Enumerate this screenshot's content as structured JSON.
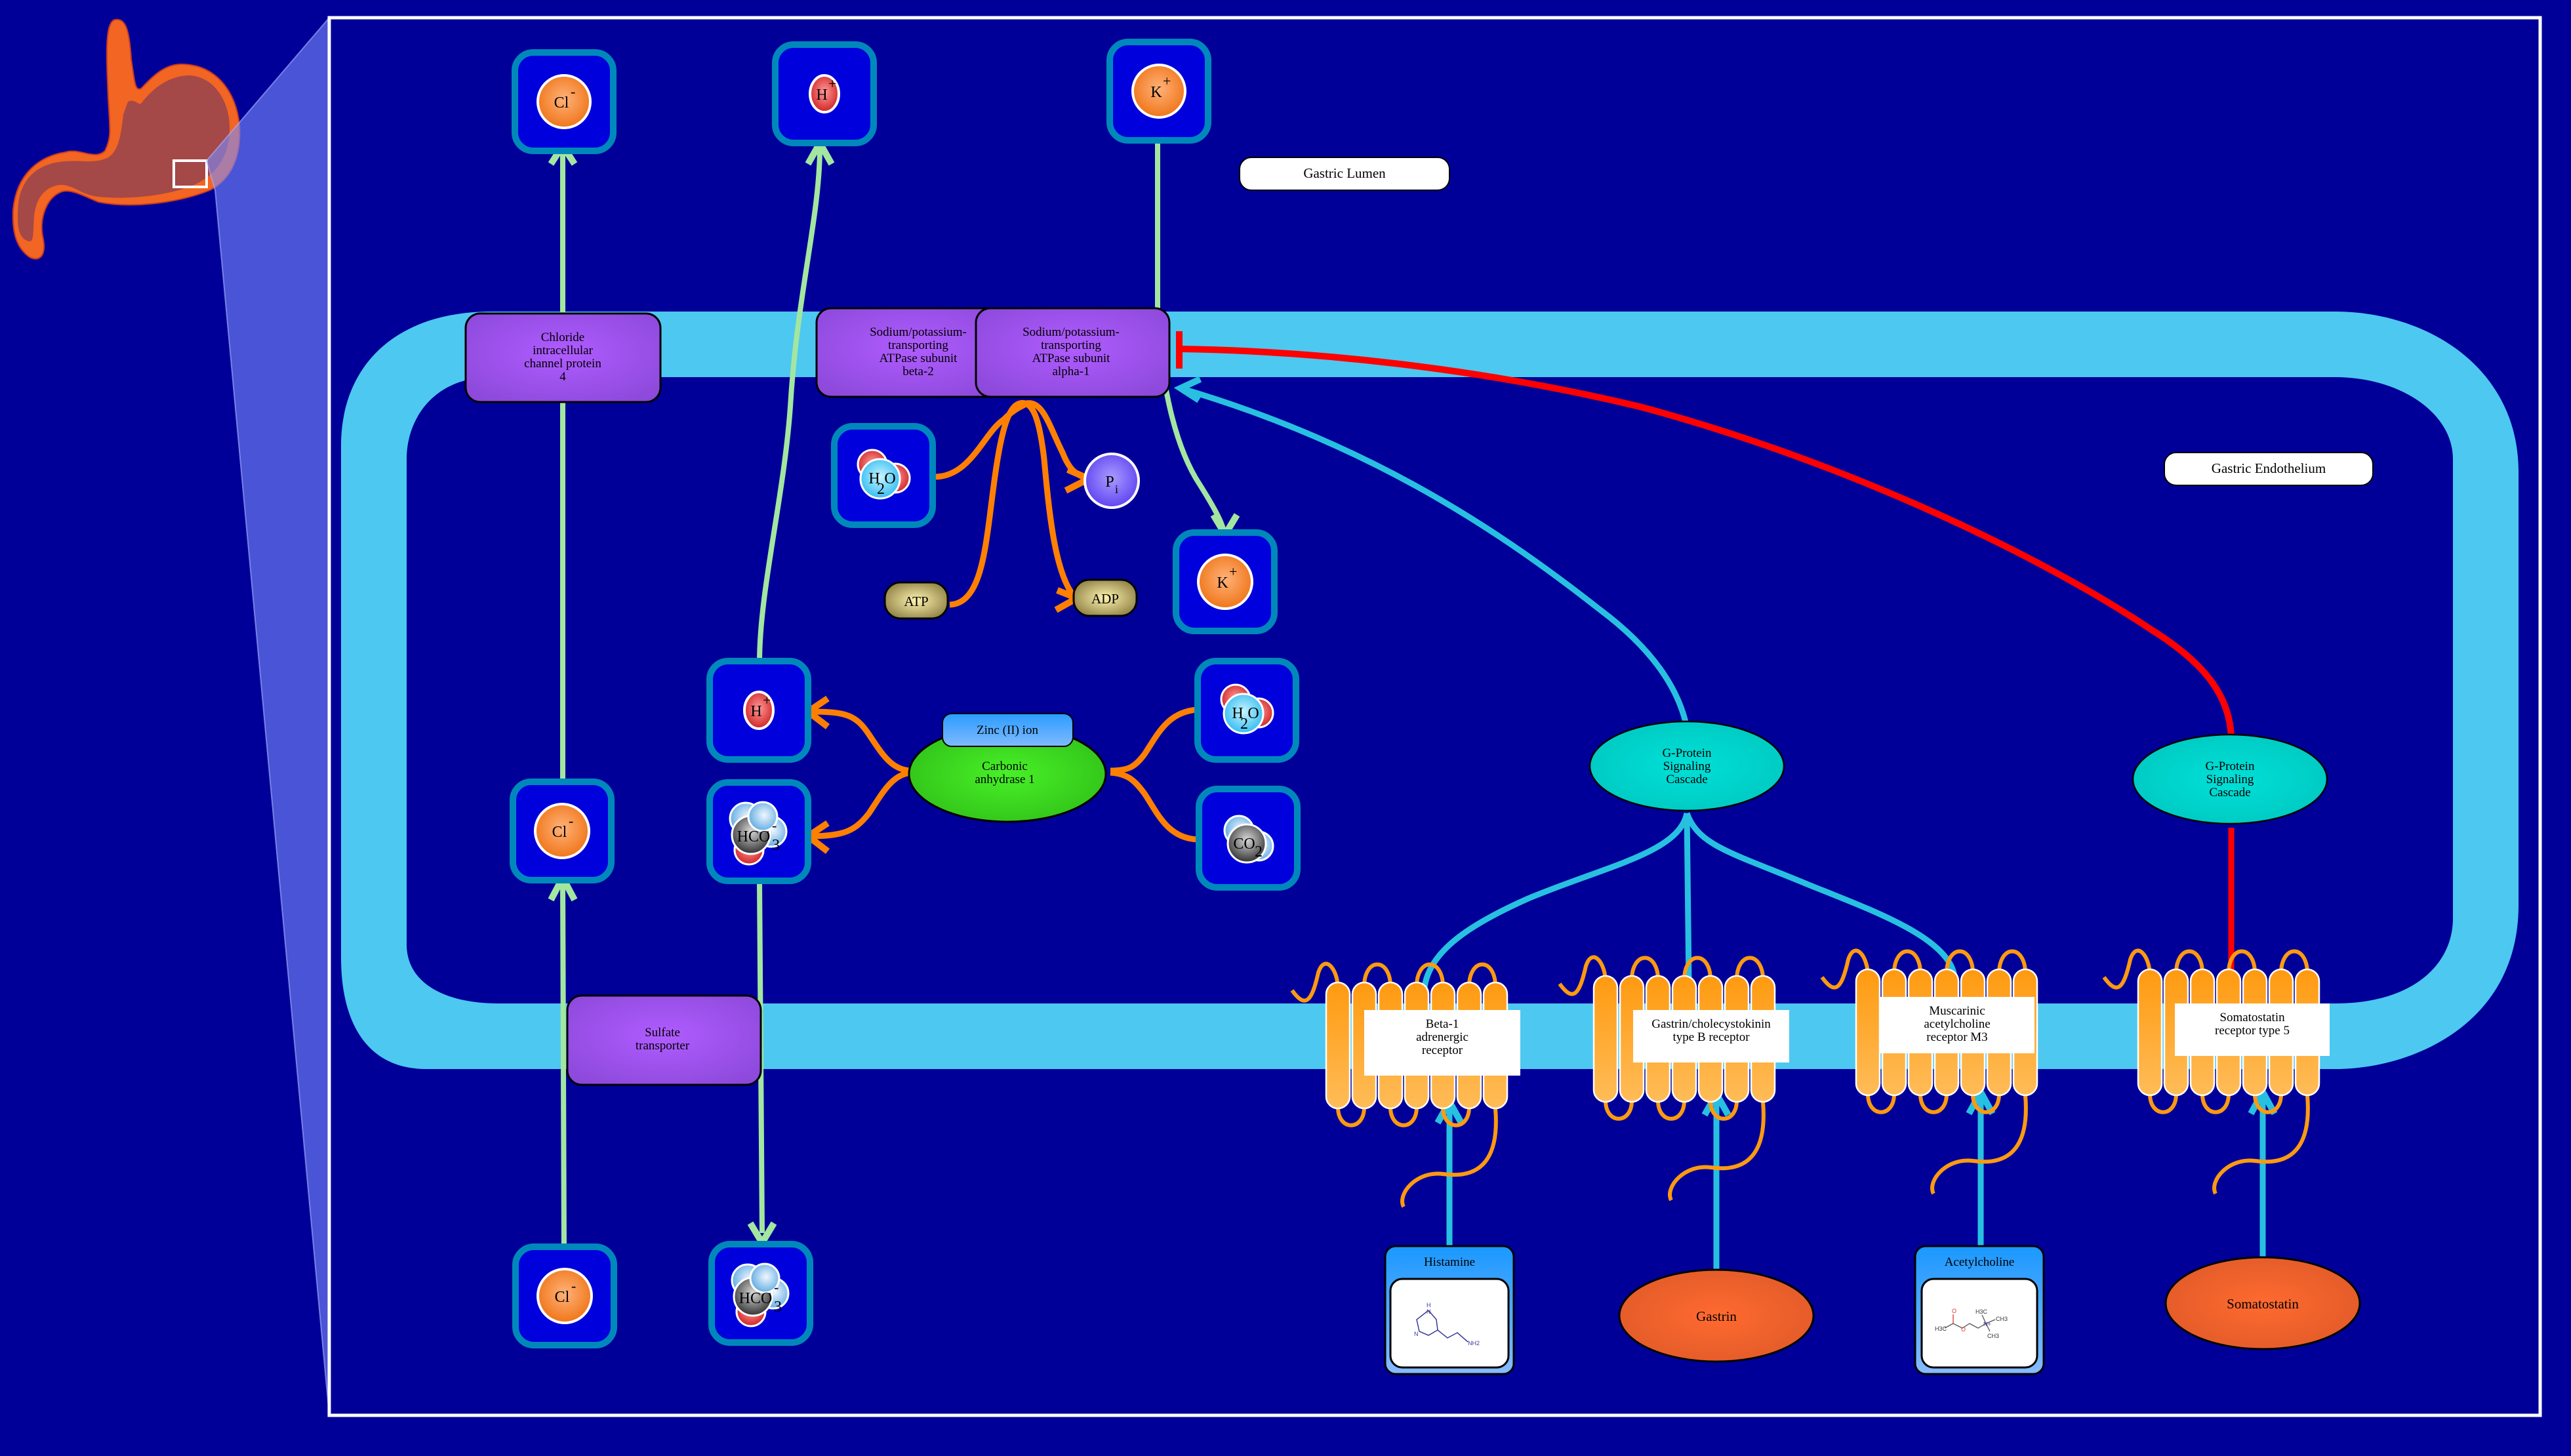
{
  "diagram": {
    "title": "Gastric acid secretion pathway",
    "background_color": "#000099",
    "membrane_color": "#4dc8f0",
    "compartments": {
      "lumen": "Gastric Lumen",
      "endothelium": "Gastric Endothelium"
    },
    "transporters": {
      "chloride_channel": "Chloride\nintracellular\nchannel protein\n4",
      "atpase_beta": "Sodium/potassium-\ntransporting\nATPase subunit\nbeta-2",
      "atpase_alpha": "Sodium/potassium-\ntransporting\nATPase subunit\nalpha-1",
      "sulfate_transporter": "Sulfate\ntransporter"
    },
    "ions": {
      "cl_lumen": {
        "symbol": "Cl",
        "charge": "-"
      },
      "h_lumen": {
        "symbol": "H",
        "charge": "+"
      },
      "k_lumen": {
        "symbol": "K",
        "charge": "+"
      },
      "k_cyto": {
        "symbol": "K",
        "charge": "+"
      },
      "h_cyto": {
        "symbol": "H",
        "charge": "+"
      },
      "cl_cyto": {
        "symbol": "Cl",
        "charge": "-"
      },
      "hco3_cyto": {
        "symbol": "HCO",
        "sub": "3",
        "charge": "-"
      },
      "cl_blood": {
        "symbol": "Cl",
        "charge": "-"
      },
      "hco3_blood": {
        "symbol": "HCO",
        "sub": "3",
        "charge": "-"
      }
    },
    "molecules": {
      "h2o_atpase": {
        "main": "H",
        "sub": "2",
        "tail": "O"
      },
      "h2o_ca": {
        "main": "H",
        "sub": "2",
        "tail": "O"
      },
      "co2": {
        "main": "CO",
        "sub": "2"
      },
      "pi": {
        "main": "P",
        "sub": "i"
      },
      "atp": "ATP",
      "adp": "ADP"
    },
    "enzyme": {
      "name": "Carbonic\nanhydrase 1",
      "cofactor": "Zinc (II) ion"
    },
    "cascades": {
      "gprotein_1": "G-Protein\nSignaling\nCascade",
      "gprotein_2": "G-Protein\nSignaling\nCascade"
    },
    "receptors": {
      "beta1": "Beta-1\nadrenergic\nreceptor",
      "cckb": "Gastrin/cholecystokinin\ntype B receptor",
      "m3": "Muscarinic\nacetylcholine\nreceptor M3",
      "sstr5": "Somatostatin\nreceptor type 5"
    },
    "ligands": {
      "histamine": "Histamine",
      "gastrin": "Gastrin",
      "acetylcholine": "Acetylcholine",
      "somatostatin": "Somatostatin"
    },
    "structures": {
      "histamine": {
        "atoms": [
          "H",
          "N",
          "N",
          "NH2"
        ]
      },
      "acetylcholine": {
        "atoms": [
          "O",
          "H3C",
          "O",
          "N+",
          "H3C",
          "CH3",
          "CH3"
        ]
      }
    },
    "edge_colors": {
      "transport": "#a3e6a0",
      "reaction": "#ff8000",
      "activation": "#28c0e0",
      "inhibition": "#ff0000"
    }
  }
}
